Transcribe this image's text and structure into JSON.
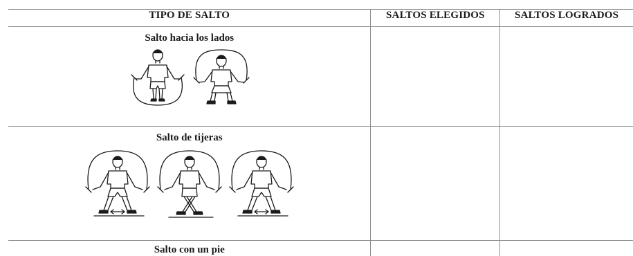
{
  "table": {
    "headers": {
      "type": "TIPO DE SALTO",
      "chosen": "SALTOS ELEGIDOS",
      "achieved": "SALTOS LOGRADOS"
    },
    "rows": [
      {
        "name": "Salto hacia los lados",
        "chosen": "",
        "achieved": ""
      },
      {
        "name": "Salto de tijeras",
        "chosen": "",
        "achieved": ""
      },
      {
        "name": "Salto con un pie",
        "chosen": "",
        "achieved": ""
      }
    ]
  },
  "colors": {
    "line": "#1a1a1a",
    "border": "#8a8a8a"
  },
  "icons": [
    "jump-rope-figure-feet-together-icon",
    "jump-rope-figure-squat-icon",
    "jump-rope-figure-feet-apart-icon",
    "jump-rope-figure-legs-crossed-icon",
    "arrow-left-right-icon"
  ]
}
